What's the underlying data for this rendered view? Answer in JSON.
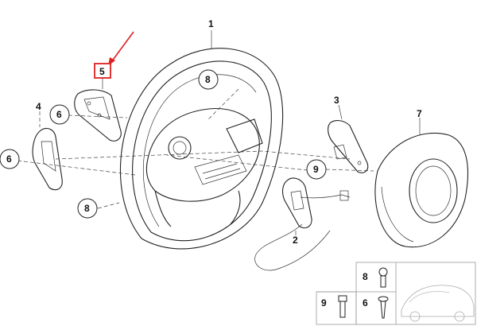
{
  "callouts": {
    "c1": "1",
    "c2": "2",
    "c3": "3",
    "c4": "4",
    "c5": "5",
    "c6a": "6",
    "c6b": "6",
    "c7": "7",
    "c8a": "8",
    "c8b": "8",
    "c9": "9",
    "legend_8": "8",
    "legend_9": "9",
    "legend_6": "6"
  },
  "colors": {
    "highlight": "#e02020",
    "line": "#222222"
  }
}
